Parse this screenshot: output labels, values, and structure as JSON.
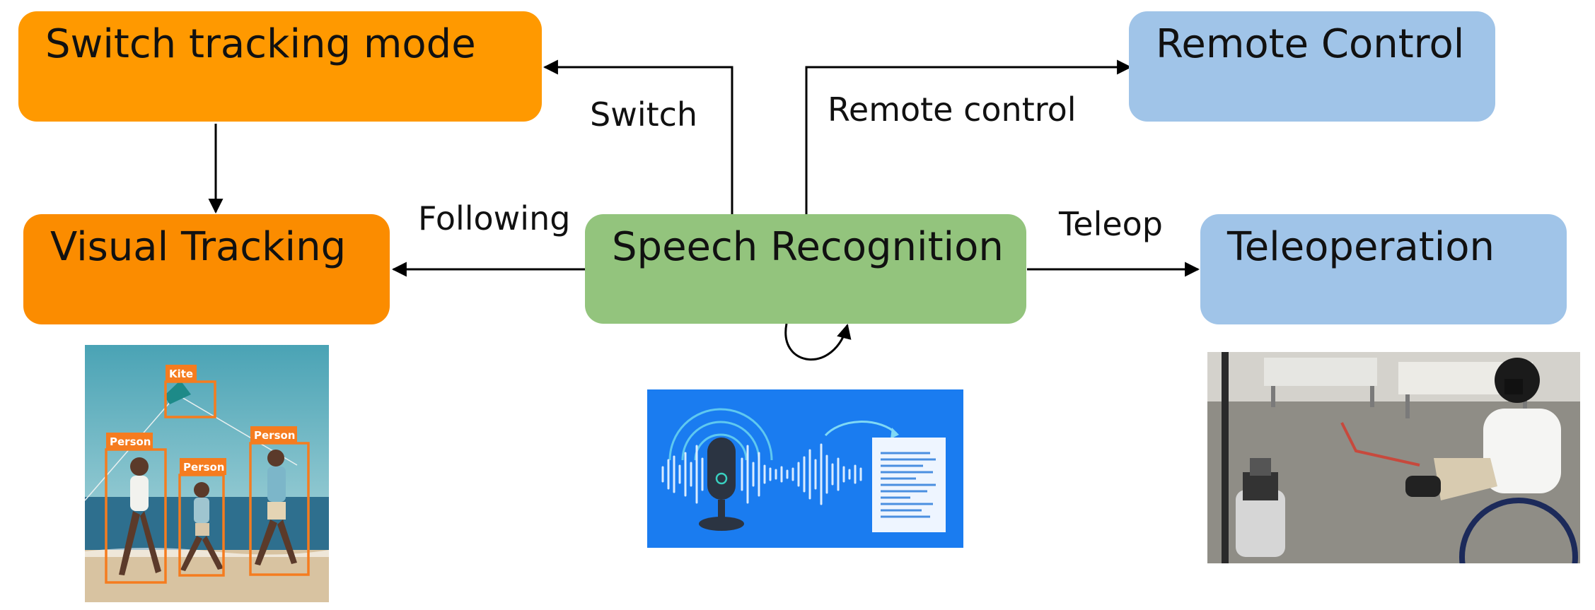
{
  "nodes": {
    "switch_mode": "Switch tracking mode",
    "visual_tracking": "Visual Tracking",
    "speech": "Speech Recognition",
    "remote_control": "Remote Control",
    "teleoperation": "Teleoperation"
  },
  "edges": {
    "switch": "Switch",
    "remote": "Remote control",
    "following": "Following",
    "teleop": "Teleop"
  },
  "detections": [
    "Kite",
    "Person",
    "Person",
    "Person"
  ],
  "colors": {
    "orange": "#ff9900",
    "orange_dark": "#fb8c00",
    "blue_box": "#a0c4e8",
    "green_box": "#93c47d",
    "speech_panel": "#1a7cf0"
  }
}
